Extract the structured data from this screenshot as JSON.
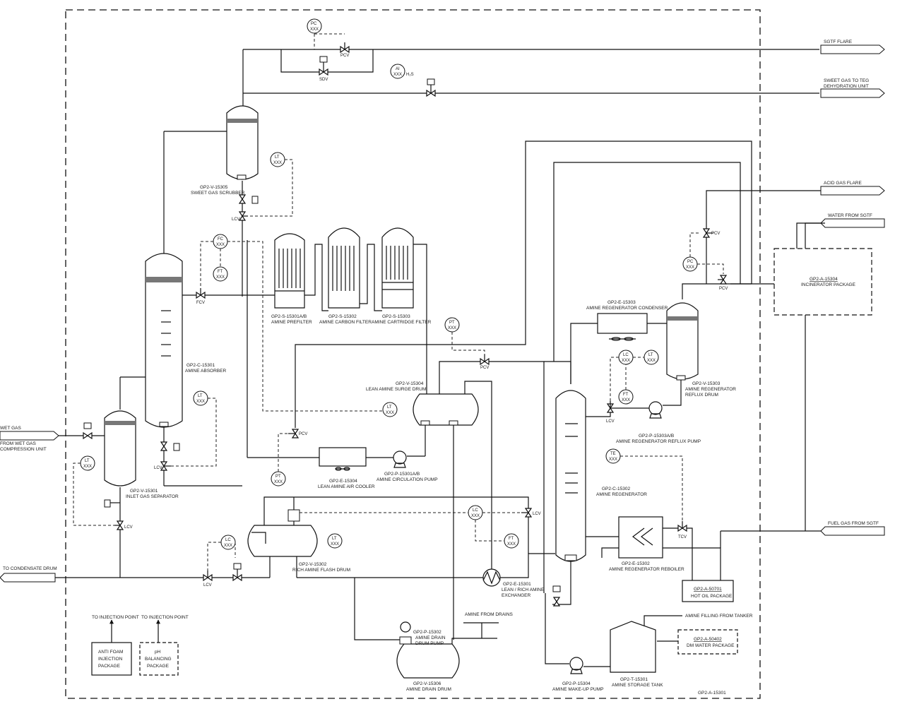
{
  "streams": {
    "sgtf_flare": "SGTF FLARE",
    "sweet_gas_1": "SWEET GAS TO TEG",
    "sweet_gas_2": "DEHYDRATION UNIT",
    "acid_gas_flare": "ACID GAS FLARE",
    "water_from_sgtf": "WATER FROM SGTF",
    "fuel_gas": "FUEL GAS FROM SGTF",
    "wet_gas_1": "WET GAS",
    "wet_gas_2": "FROM WET GAS",
    "wet_gas_3": "COMPRESSION UNIT",
    "to_condensate": "TO CONDENSATE DRUM",
    "to_injection_1": "TO INJECTION POINT",
    "to_injection_2": "TO INJECTION POINT",
    "amine_from_drains": "AMINE FROM DRAINS",
    "amine_filling": "AMINE FILLING FROM TANKER"
  },
  "equipment": {
    "scrubber_tag": "GP2-V-15305",
    "scrubber_name": "SWEET GAS SCRUBBER",
    "absorber_tag": "GP2-C-15301",
    "absorber_name": "AMINE ABSORBER",
    "inlet_sep_tag": "GP2-V-15301",
    "inlet_sep_name": "INLET GAS SEPARATOR",
    "prefilter_tag": "GP2-S-15301A/B",
    "prefilter_name": "AMINE PREFILTER",
    "carbon_tag": "GP2-S-15302",
    "carbon_name": "AMINE CARBON FILTER",
    "cartridge_tag": "GP2-S-15303",
    "cartridge_name": "AMINE CARTRIDGE FILTER",
    "surge_tag": "GP2-V-15304",
    "surge_name": "LEAN AMINE SURGE DRUM",
    "aircooler_tag": "GP2-E-15304",
    "aircooler_name": "LEAN AMINE AIR COOLER",
    "circ_pump_tag": "GP2-P-15301A/B",
    "circ_pump_name": "AMINE CIRCULATION PUMP",
    "flash_tag": "GP2-V-15302",
    "flash_name": "RICH AMINE FLASH DRUM",
    "lr_exch_tag": "GP2-E-15301",
    "lr_exch_name_1": "LEAN / RICH AMINE",
    "lr_exch_name_2": "EXCHANGER",
    "drain_pump_tag": "GP2-P-15302",
    "drain_pump_name_1": "AMINE DRAIN",
    "drain_pump_name_2": "DRUM PUMP",
    "drain_drum_tag": "GP2-V-15306",
    "drain_drum_name": "AMINE DRAIN DRUM",
    "condenser_tag": "GP2-E-15303",
    "condenser_name": "AMINE REGENERATOR CONDENSER",
    "reflux_drum_tag": "GP2-V-15303",
    "reflux_drum_name_1": "AMINE REGENERATOR",
    "reflux_drum_name_2": "REFLUX DRUM",
    "reflux_pump_tag": "GP2-P-15303A/B",
    "reflux_pump_name": "AMINE REGENERATOR REFLUX PUMP",
    "regen_tag": "GP2-C-15302",
    "regen_name": "AMINE REGENERATOR",
    "reboiler_tag": "GP2-E-15302",
    "reboiler_name": "AMINE REGENERATOR REBOILER",
    "hot_oil_tag": "GP2-A-50701",
    "hot_oil_name": "HOT OIL PACKAGE",
    "incinerator_tag": "GP2-A-15304",
    "incinerator_name": "INCINERATOR PACKAGE",
    "dm_water_tag": "GP2-A-50402",
    "dm_water_name": "DM WATER PACKAGE",
    "makeup_pump_tag": "GP2-P-15304",
    "makeup_pump_name": "AMINE MAKE-UP PUMP",
    "storage_tag": "GP2-T-15301",
    "storage_name": "AMINE STORAGE TANK",
    "antifoam_1": "ANTI FOAM",
    "antifoam_2": "INJECTION",
    "antifoam_3": "PACKAGE",
    "ph_1": "pH",
    "ph_2": "BALANCING",
    "ph_3": "PACKAGE",
    "package_tag": "GP2-A-15301"
  },
  "instruments": {
    "xxx": "XXX",
    "pc": "PC",
    "pt": "PT",
    "fc": "FC",
    "ft": "FT",
    "lt": "LT",
    "lc": "LC",
    "ai": "AI",
    "te": "TE",
    "h2s": "H₂S"
  },
  "valves": {
    "pcv": "PCV",
    "lcv": "LCV",
    "fcv": "FCV",
    "sdv": "SDV",
    "tcv": "TCV"
  }
}
